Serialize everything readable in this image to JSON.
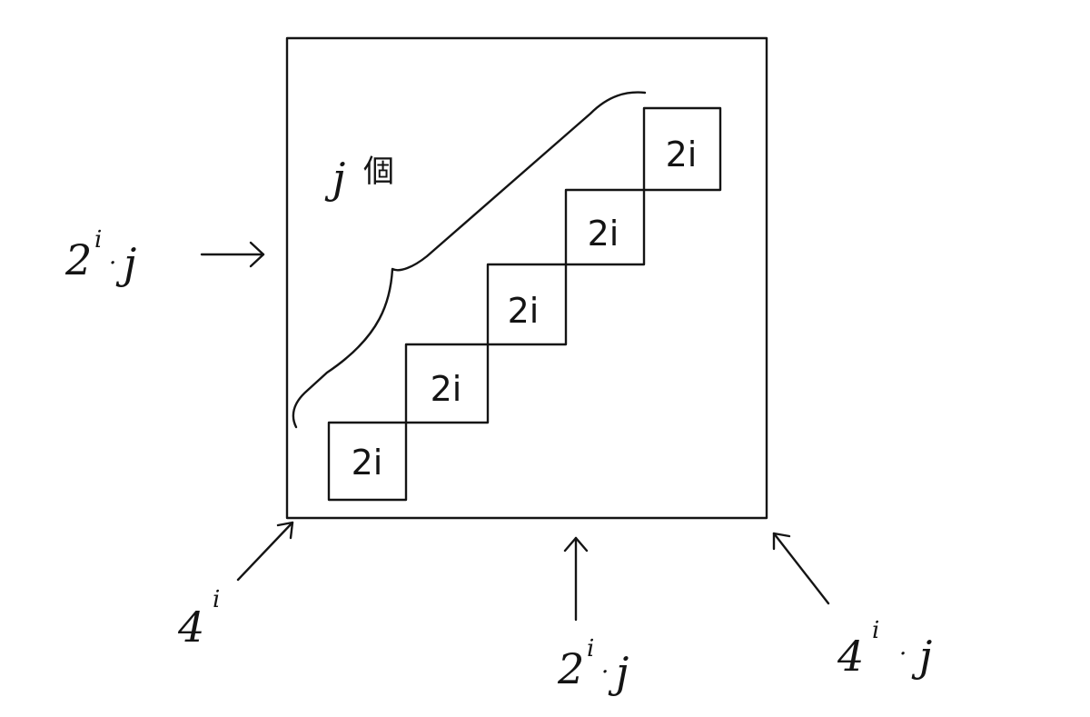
{
  "diagram": {
    "stair_blocks": [
      {
        "label": "2i"
      },
      {
        "label": "2i"
      },
      {
        "label": "2i"
      },
      {
        "label": "2i"
      },
      {
        "label": "2i"
      }
    ],
    "brace_label": {
      "var": "j",
      "suffix": "個"
    },
    "left_pointer": {
      "base": "2",
      "sup": "i",
      "dot": "·",
      "var": "j"
    },
    "bottom_left_pointer": {
      "base": "4",
      "sup": "i"
    },
    "bottom_mid_pointer": {
      "base": "2",
      "sup": "i",
      "dot": "·",
      "var": "j"
    },
    "bottom_right_pointer": {
      "base": "4",
      "sup": "i",
      "dot": "·",
      "var": "j"
    }
  }
}
